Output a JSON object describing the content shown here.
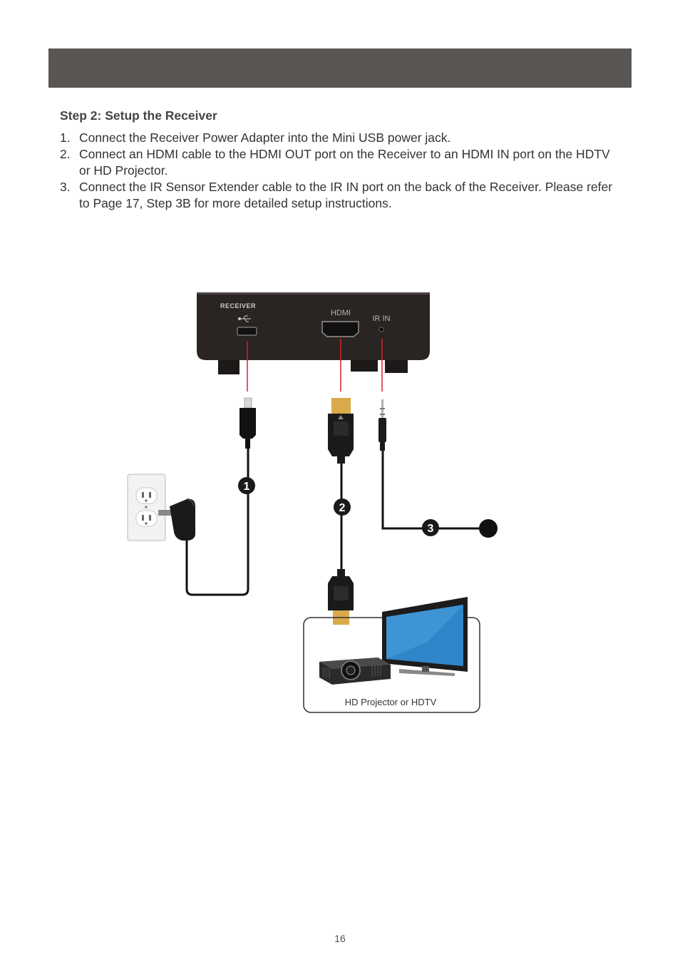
{
  "header": {
    "color": "#595654"
  },
  "step": {
    "title": "Step 2: Setup the Receiver",
    "items": [
      {
        "num": "1.",
        "text": "Connect the Receiver Power Adapter into the Mini USB power jack."
      },
      {
        "num": "2.",
        "text": "Connect an HDMI cable to the HDMI OUT port on the Receiver to an HDMI IN port on the HDTV or HD Projector."
      },
      {
        "num": "3.",
        "text": "Connect the IR Sensor Extender cable to the IR IN port on the back of the Receiver. Please refer to Page 17, Step 3B for more detailed setup instructions."
      }
    ]
  },
  "diagram": {
    "receiver": {
      "brand": "RECEIVER",
      "hdmi_label": "HDMI",
      "ir_label": "IR IN"
    },
    "callouts": [
      "1",
      "2",
      "3"
    ],
    "display_caption": "HD Projector or HDTV",
    "colors": {
      "receiver_body": "#2a2523",
      "guide_line": "#d4232b",
      "connector_gold": "#d9a94a",
      "tv_screen": "#2f86c9"
    }
  },
  "page": {
    "number": "16"
  }
}
